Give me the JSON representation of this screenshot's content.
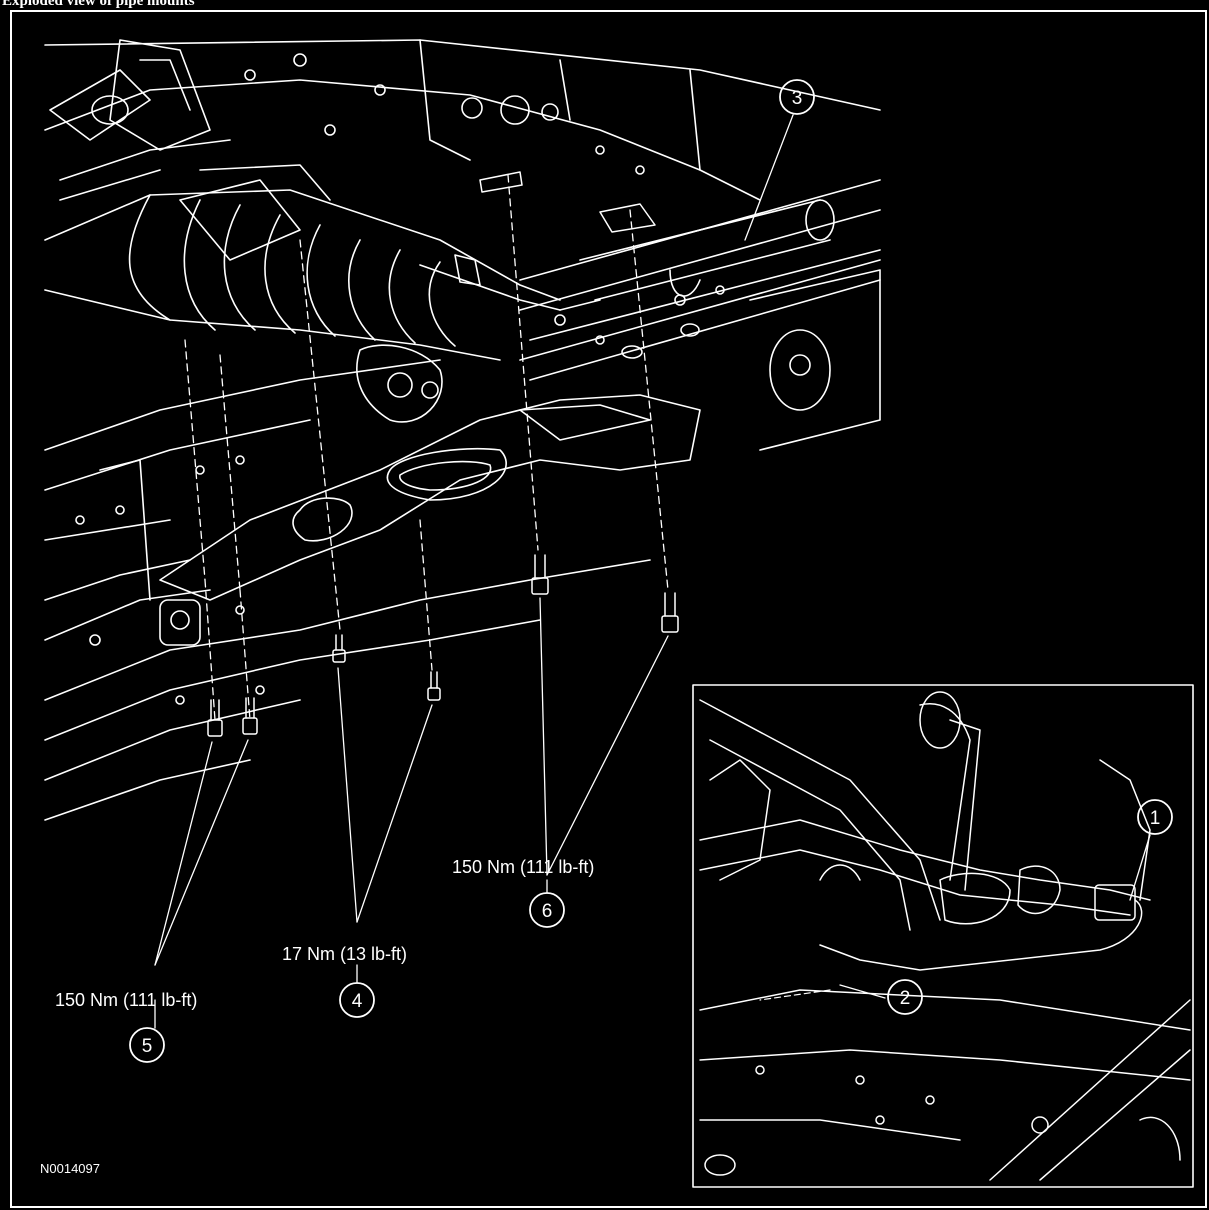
{
  "header": {
    "title": "Exploded view of pipe mounts"
  },
  "figure": {
    "id": "N0014097"
  },
  "callouts": [
    {
      "number": "1"
    },
    {
      "number": "2"
    },
    {
      "number": "3"
    },
    {
      "number": "4",
      "torque": "17 Nm (13 lb-ft)"
    },
    {
      "number": "5",
      "torque": "150 Nm (111 lb-ft)"
    },
    {
      "number": "6",
      "torque": "150 Nm (111 lb-ft)"
    }
  ],
  "colors": {
    "background": "#000000",
    "line": "#ffffff"
  }
}
